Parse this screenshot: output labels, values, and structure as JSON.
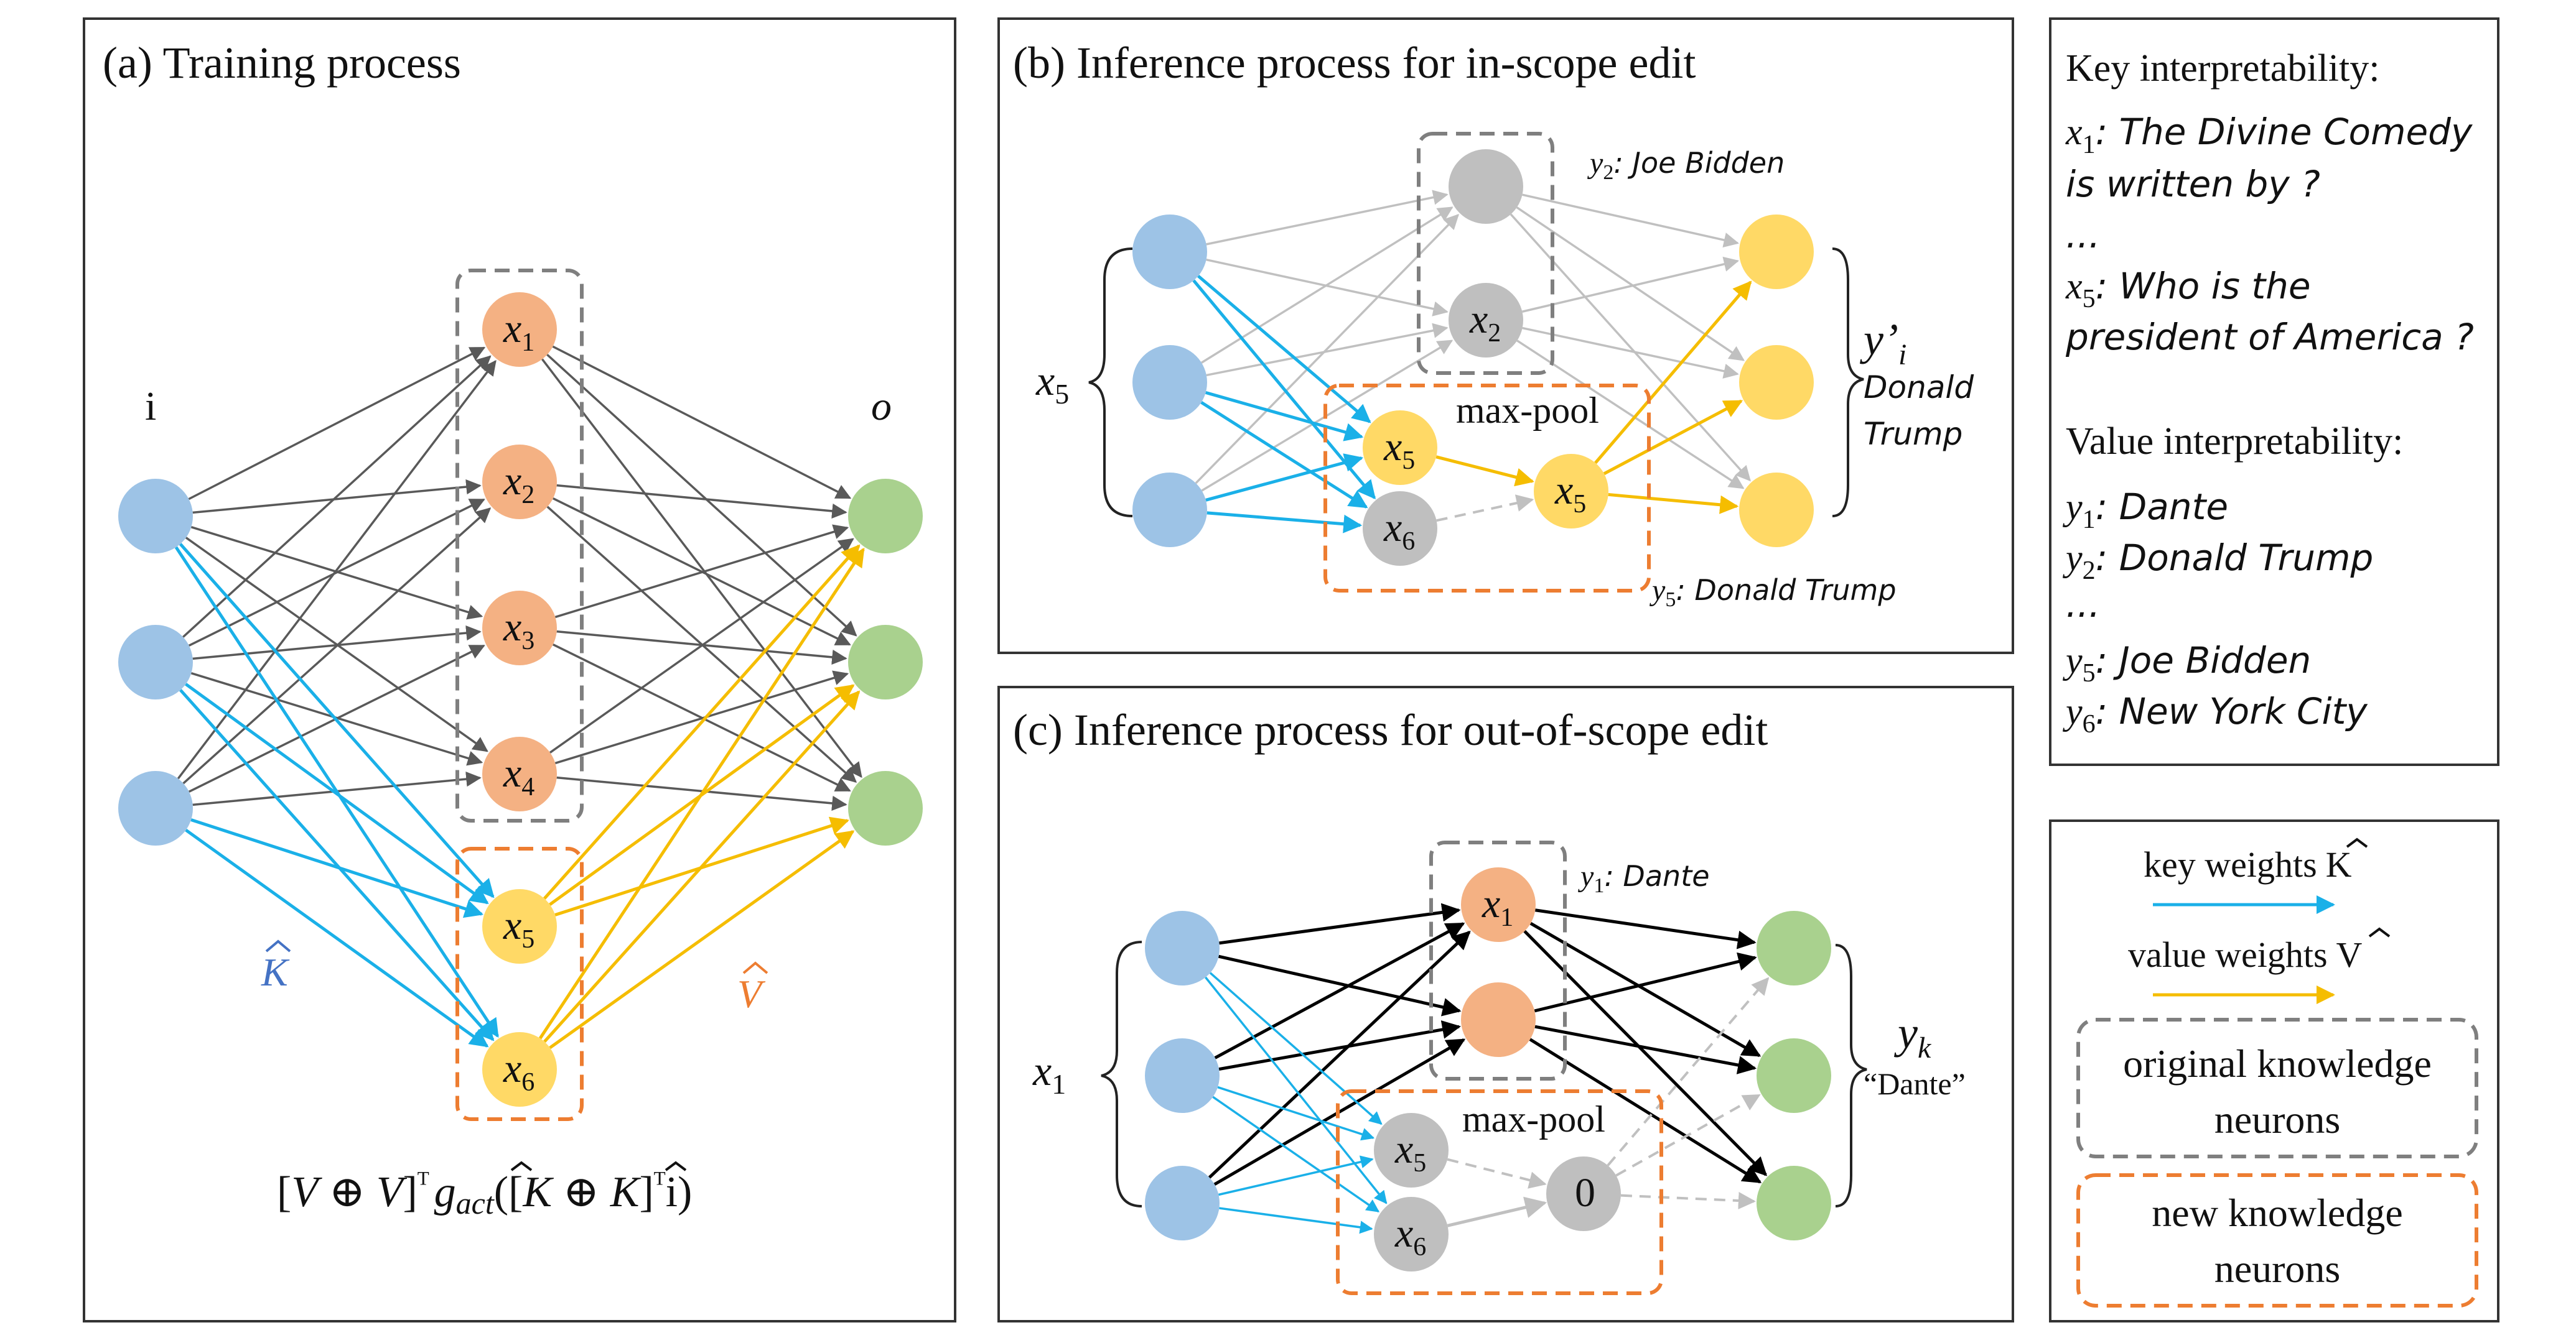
{
  "panel_a": {
    "title": "(a) Training process",
    "input_label": "i",
    "output_label": "o",
    "hidden_nodes": [
      "x",
      "x",
      "x",
      "x",
      "x",
      "x"
    ],
    "hidden_subs": [
      "1",
      "2",
      "3",
      "4",
      "5",
      "6"
    ],
    "k_label": "K",
    "v_label": "V",
    "formula_parts": [
      "[",
      "V",
      " ⊕ ",
      "V",
      "]",
      "ᵀ",
      "g",
      "act",
      "([",
      "K",
      " ⊕ ",
      "K",
      "]",
      "ᵀ",
      "i)"
    ]
  },
  "panel_b": {
    "title": "(b) Inference process for in-scope edit",
    "input_var": "x",
    "input_var_sub": "5",
    "top_nodes": [
      "",
      "x"
    ],
    "top_subs": [
      "",
      "2"
    ],
    "new_nodes": [
      "x",
      "x"
    ],
    "new_subs": [
      "5",
      "6"
    ],
    "pool_label": "max-pool",
    "pool_node": "x",
    "pool_node_sub": "5",
    "y2_var": "y",
    "y2_sub": "2",
    "y2_text": ": Joe Bidden",
    "y5_var": "y",
    "y5_sub": "5",
    "y5_text": ": Donald Trump",
    "out_var": "y’",
    "out_sub": "i",
    "out_text_1": "Donald",
    "out_text_2": "Trump"
  },
  "panel_c": {
    "title": "(c) Inference process for out-of-scope edit",
    "input_var": "x",
    "input_var_sub": "1",
    "top_nodes": [
      "x",
      ""
    ],
    "top_subs": [
      "1",
      ""
    ],
    "new_nodes": [
      "x",
      "x"
    ],
    "new_subs": [
      "5",
      "6"
    ],
    "pool_label": "max-pool",
    "pool_value": "0",
    "y1_var": "y",
    "y1_sub": "1",
    "y1_text": ": Dante",
    "out_var": "y",
    "out_sub": "k",
    "out_text": "“Dante”"
  },
  "key_panel": {
    "key_title": "Key interpretability:",
    "key_items": [
      {
        "var": "x",
        "sub": "1",
        "lines": [
          ": The Divine Comedy",
          "is written by ?"
        ]
      },
      {
        "var": "",
        "sub": "",
        "lines": [
          "..."
        ]
      },
      {
        "var": "x",
        "sub": "5",
        "lines": [
          ": Who is the",
          "president of America ?"
        ]
      }
    ],
    "value_title": "Value interpretability:",
    "value_items": [
      {
        "var": "y",
        "sub": "1",
        "text": ": Dante"
      },
      {
        "var": "y",
        "sub": "2",
        "text": ": Donald Trump"
      },
      {
        "var": "",
        "sub": "",
        "text": "..."
      },
      {
        "var": "y",
        "sub": "5",
        "text": ": Joe Bidden"
      },
      {
        "var": "y",
        "sub": "6",
        "text": ": New York City"
      }
    ]
  },
  "legend": {
    "key_weights": "key weights",
    "key_symbol": "K",
    "value_weights": "value weights",
    "value_symbol": "V",
    "original_1": "original knowledge",
    "original_2": "neurons",
    "new_1": "new knowledge",
    "new_2": "neurons"
  },
  "colors": {
    "blue_node": "#9dc3e6",
    "orange_node": "#f4b183",
    "yellow_node": "#ffd966",
    "green_node": "#a9d18e",
    "gray_node": "#bfbfbf",
    "key_arrow": "#1ab0e8",
    "value_arrow": "#f5bd00",
    "dark_arrow": "#595959",
    "light_arrow": "#c0c0c0",
    "orig_box": "#7f7f7f",
    "new_box": "#ed7d31",
    "k_color": "#4472c4",
    "v_color": "#ed7d31"
  }
}
